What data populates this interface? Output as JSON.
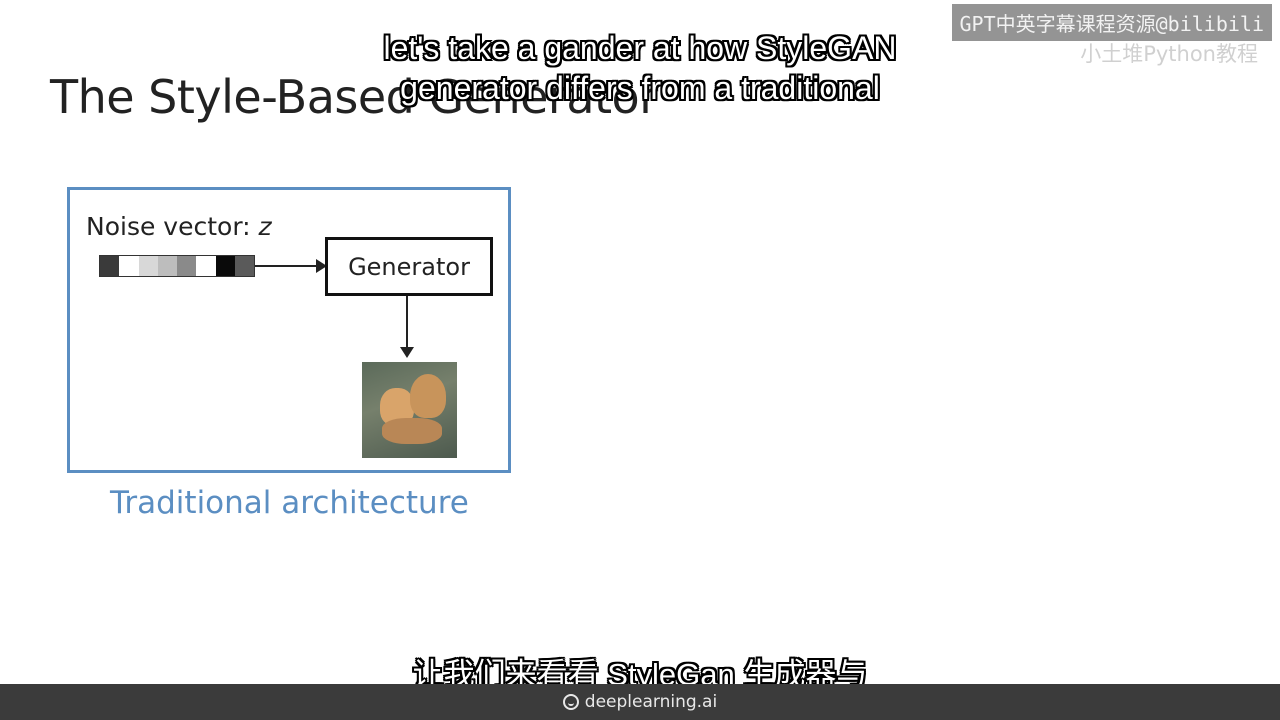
{
  "slide": {
    "title": "The Style-Based Generator"
  },
  "diagram": {
    "noise_label": "Noise vector: ",
    "noise_var": "z",
    "noise_cells": [
      "#3a3a3a",
      "#ffffff",
      "#d8d8d8",
      "#bdbdbd",
      "#8a8a8a",
      "#ffffff",
      "#0a0a0a",
      "#5a5a5a"
    ],
    "generator_label": "Generator",
    "caption": "Traditional architecture",
    "accent_color": "#5b8ec2"
  },
  "watermark": {
    "text": "GPT中英字幕课程资源@bilibili",
    "sub_text": "小土堆Python教程"
  },
  "subtitles": {
    "english_line1": "let's take a gander at how StyleGAN",
    "english_line2": "generator differs from a traditional",
    "chinese": "让我们来看看 StyleGan 生成器与"
  },
  "footer": {
    "brand_icon": "deeplearning-logo-icon",
    "brand": "deeplearning.ai"
  }
}
